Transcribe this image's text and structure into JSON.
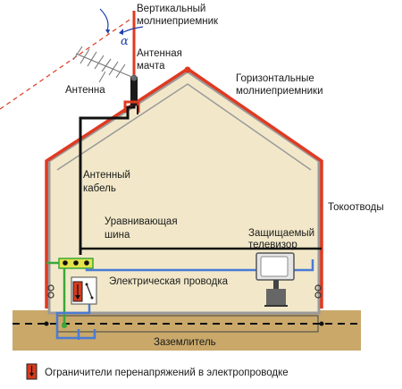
{
  "labels": {
    "vertical_rod_1": "Вертикальный",
    "vertical_rod_2": "молниеприемник",
    "alpha": "α",
    "mast_1": "Антенная",
    "mast_2": "мачта",
    "antenna": "Антенна",
    "horizontal_1": "Горизонтальные",
    "horizontal_2": "молниеприемники",
    "cable_1": "Антенный",
    "cable_2": "кабель",
    "downconductors": "Токоотводы",
    "busbar_1": "Уравнивающая",
    "busbar_2": "шина",
    "tv_1": "Защищаемый",
    "tv_2": "телевизор",
    "wiring": "Электрическая проводка",
    "ground": "Заземлитель",
    "legend": "Ограничители перенапряжений в электропроводке"
  },
  "colors": {
    "house_fill": "#f2e8c9",
    "house_outline": "#9a9a9a",
    "lightning": "#e03a22",
    "cable": "#111111",
    "wiring": "#4a7bd4",
    "bonding": "#3aa83a",
    "ground": "#c9a86a",
    "surge": "#d63a1e"
  }
}
